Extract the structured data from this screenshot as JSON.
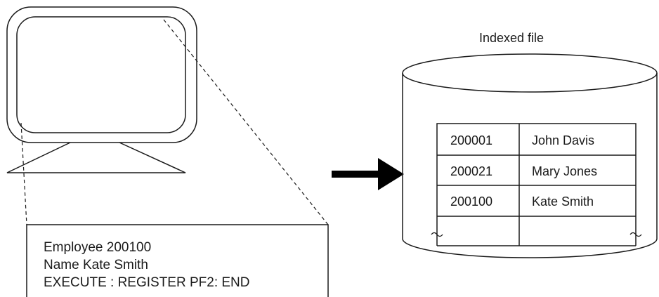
{
  "file_label": "Indexed file",
  "screen_lines": [
    "Employee 200100",
    "Name Kate Smith",
    "EXECUTE : REGISTER PF2: END"
  ],
  "records": [
    {
      "number": "200001",
      "name": "John Davis"
    },
    {
      "number": "200021",
      "name": "Mary Jones"
    },
    {
      "number": "200100",
      "name": "Kate Smith"
    },
    {
      "number": "",
      "name": ""
    }
  ]
}
